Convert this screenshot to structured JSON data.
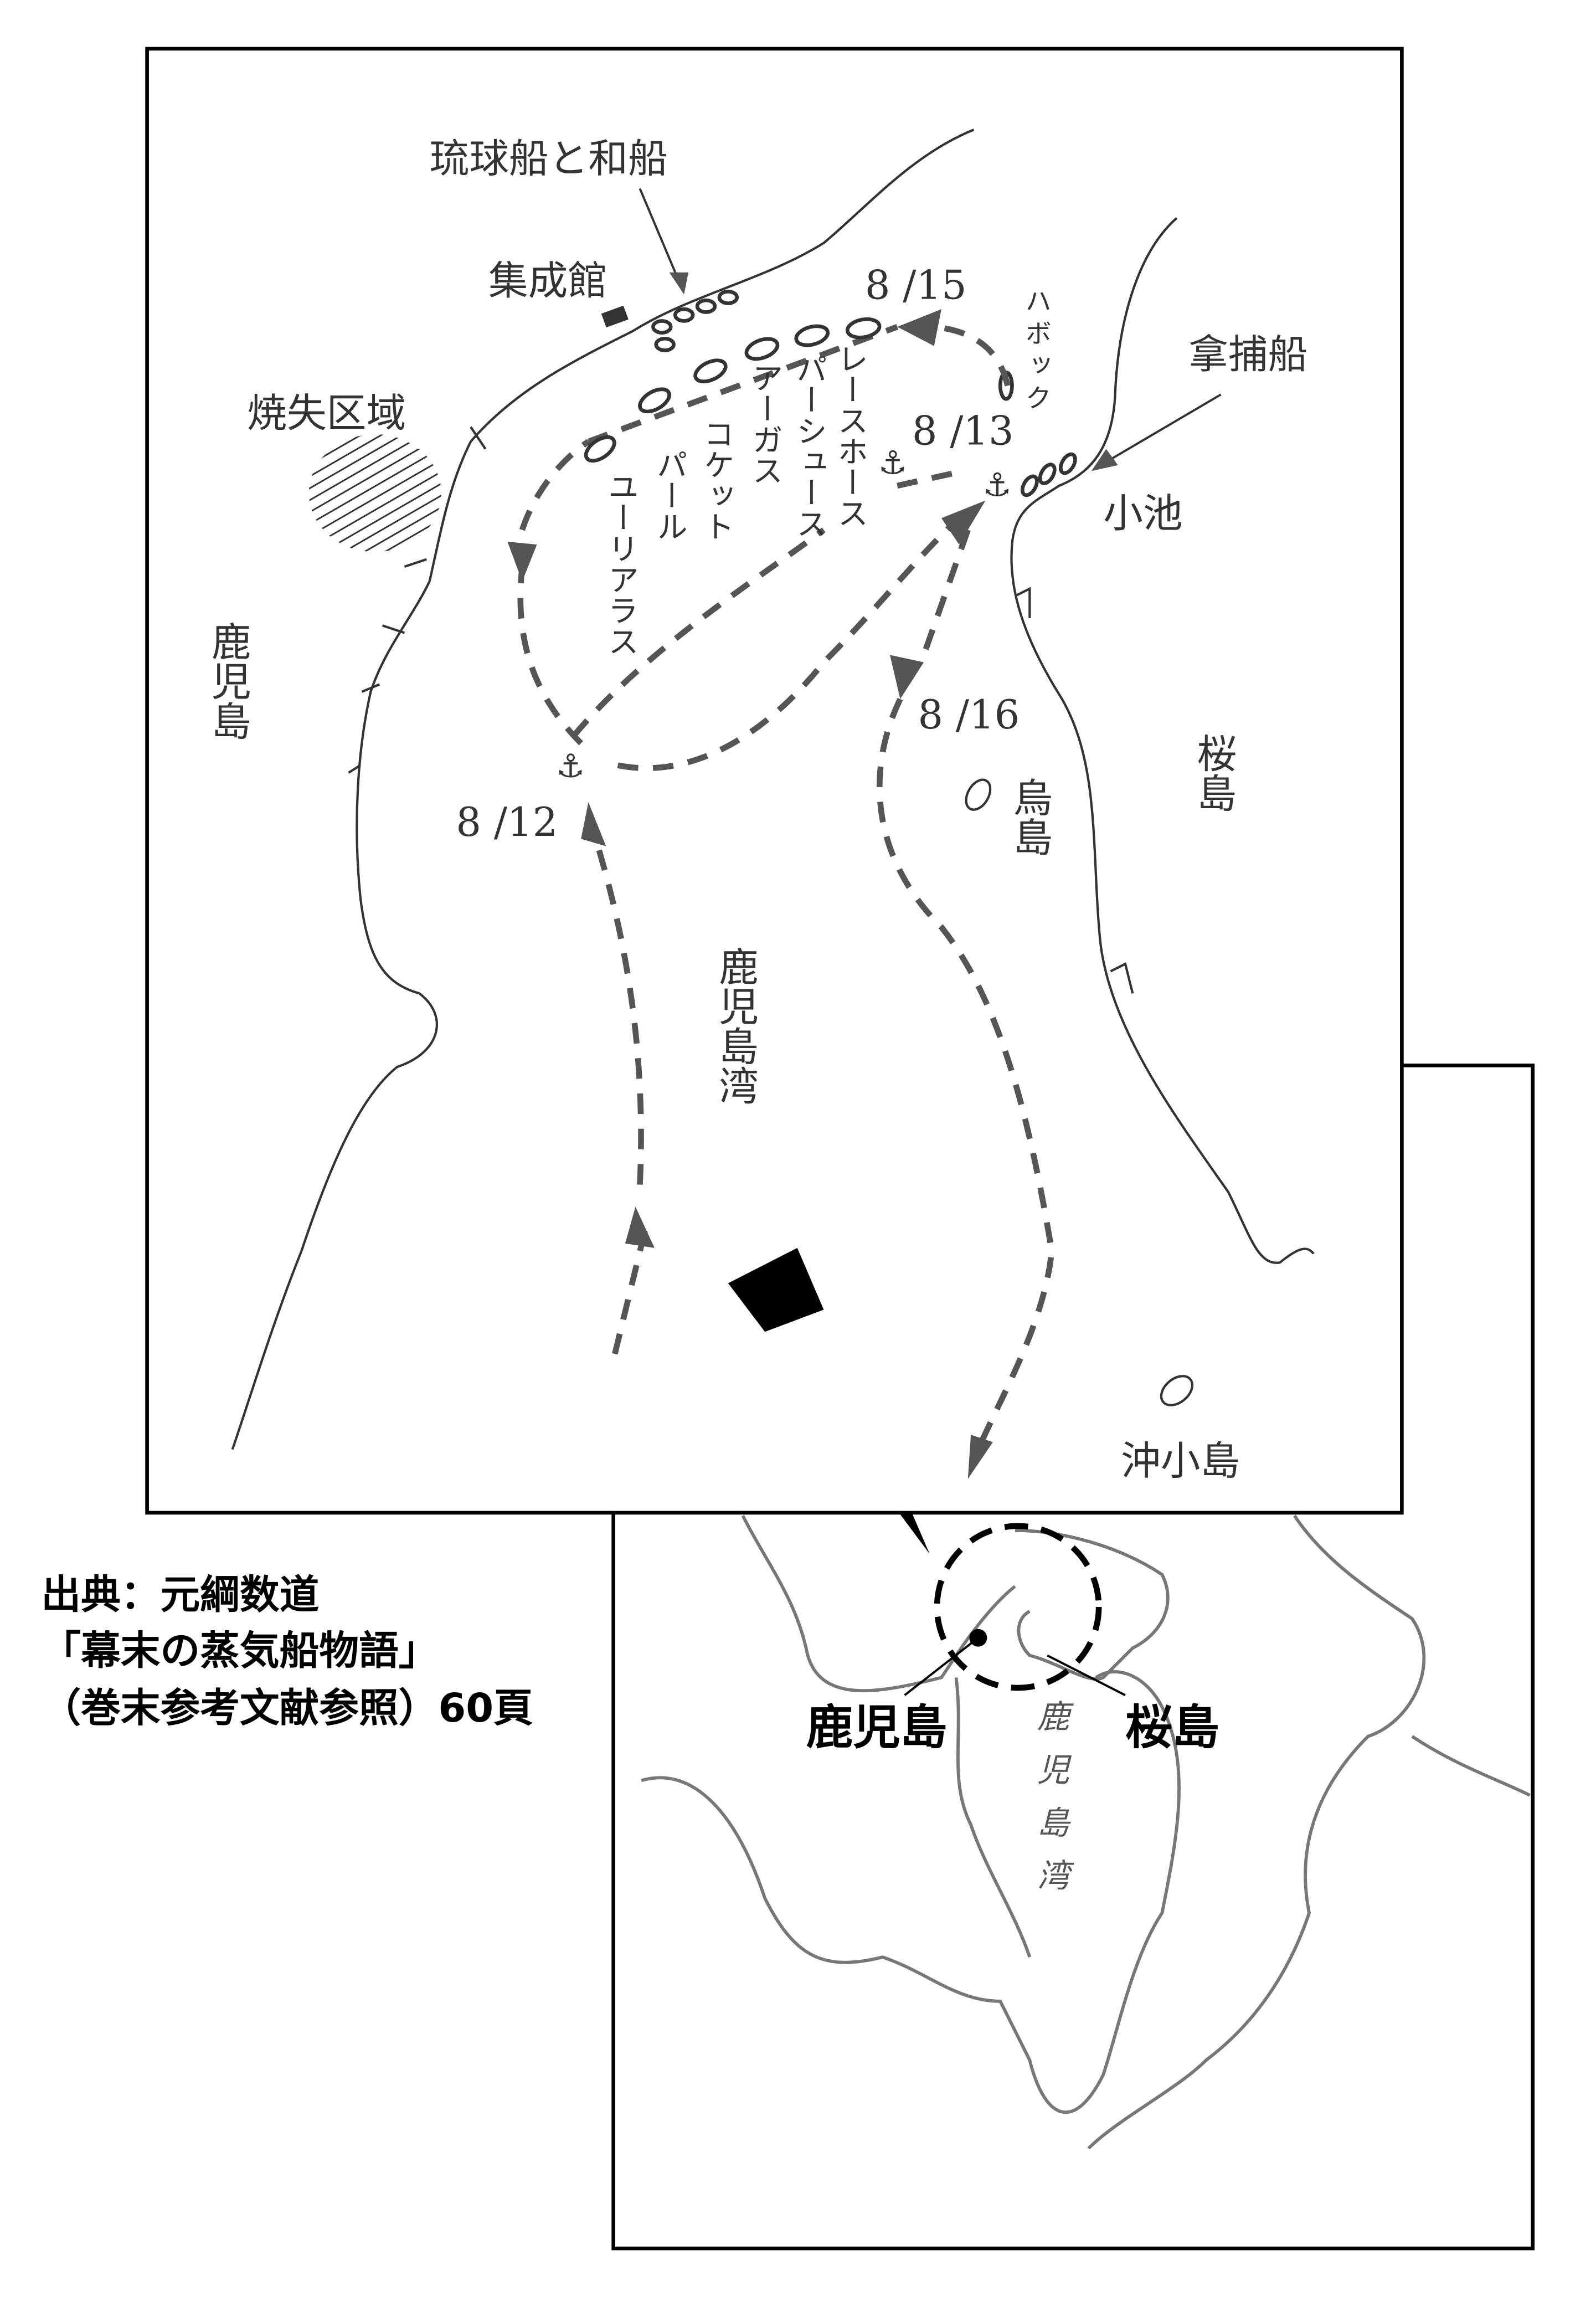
{
  "map": {
    "labels": {
      "ryukyu_ships": "琉球船と和船",
      "shuseikan": "集成館",
      "burned_area": "焼失区域",
      "kagoshima": "鹿児島",
      "captured_ships": "拿捕船",
      "koike": "小池",
      "sakurajima": "桜島",
      "karasujima": "烏島",
      "kagoshima_bay": "鹿児島湾",
      "okikojima": "沖小島"
    },
    "dates": [
      "8 /12",
      "8 /13",
      "8 /15",
      "8 /16"
    ],
    "ships": [
      "レースホース",
      "パーシュース",
      "アーガス",
      "コケット",
      "パール",
      "ユーリアラス",
      "ハボック"
    ],
    "route_color": "#555555",
    "icons": [
      "anchor-icon",
      "anchor-icon",
      "anchor-icon",
      "route-arrow-icon",
      "ship-icon",
      "hatched-area"
    ]
  },
  "source": {
    "line1": "出典：元綱数道",
    "line2": "「幕末の蒸気船物語」",
    "line3": "（巻末参考文献参照）60頁"
  },
  "inset": {
    "kagoshima": "鹿児島",
    "sakurajima": "桜島",
    "kagoshima_bay": "鹿児島湾"
  }
}
